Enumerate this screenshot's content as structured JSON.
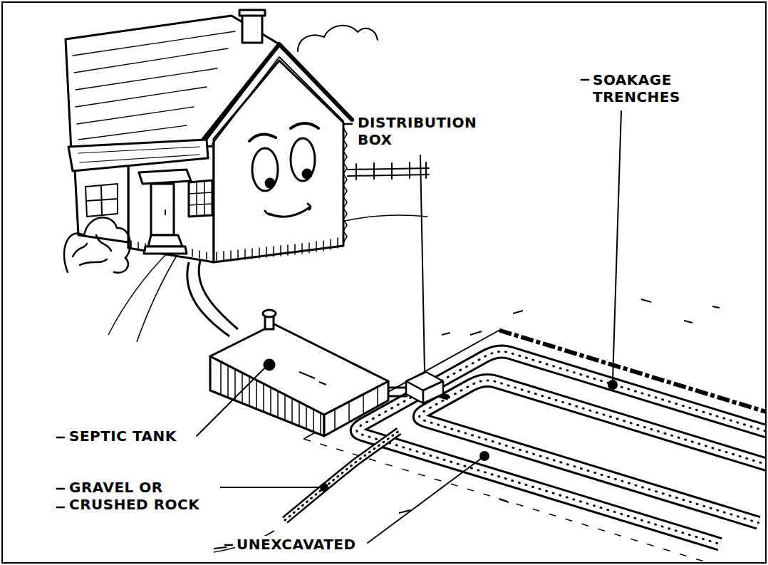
{
  "diagram": {
    "labels": [
      "DISTRIBUTION BOX",
      "SOAKAGE TRENCHES",
      "SEPTIC TANK",
      "GRAVEL OR CRUSHED ROCK",
      "UNEXCAVATED"
    ]
  }
}
